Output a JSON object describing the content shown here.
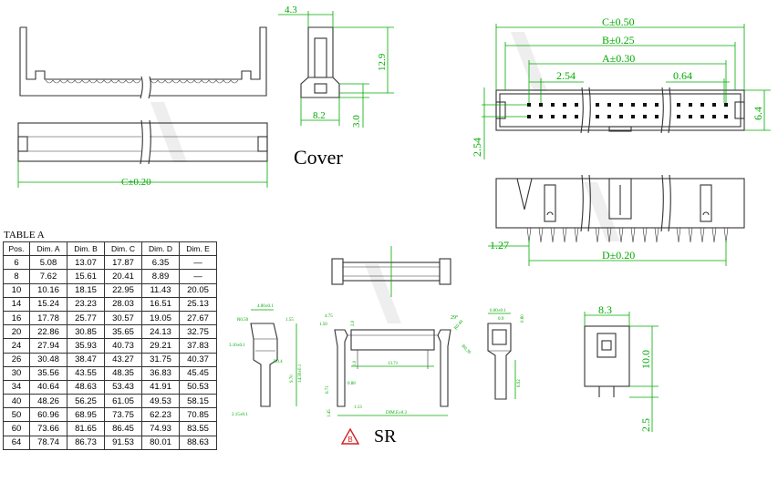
{
  "labels": {
    "cover": "Cover",
    "sr": "SR",
    "sr_logo_letter": "B",
    "table_title": "TABLE A"
  },
  "dimensions": {
    "cover_side_width": "4.3",
    "cover_side_height": "12.9",
    "cover_side_base": "8.2",
    "cover_side_base_height": "3.0",
    "cover_length": "C±0.20",
    "header_C": "C±0.50",
    "header_B": "B±0.25",
    "header_A": "A±0.30",
    "header_pitch": "2.54",
    "header_pin": "0.64",
    "header_height": "6.4",
    "header_row_pitch": "2.54",
    "front_edge": "1.27",
    "front_D": "D±0.20",
    "end_width": "8.3",
    "end_height": "10.0",
    "end_pin": "2.5",
    "sr_side_top": "4.00±0.1",
    "sr_side_a": "1.55",
    "sr_side_b": "R0.50",
    "sr_side_c": "3.10±0.1",
    "sr_side_d": "9.70",
    "sr_side_e": "14.30±0.1",
    "sr_side_f": "2.15±0.1",
    "sr_side_g": "R0.4",
    "sr_front_a": "4.75",
    "sr_front_b": "1.50",
    "sr_front_c": "2.0",
    "sr_front_angle": "29°",
    "sr_front_d": "R0.40",
    "sr_front_e": "R0.30",
    "sr_front_f": "13.71",
    "sr_front_g": "1.0",
    "sr_front_h": "0.88",
    "sr_front_i": "6.71",
    "sr_front_j": "1.45",
    "sr_front_k": "1.13",
    "sr_front_l": "DIM.E±0.2",
    "sr_right_a": "6.00±0.1",
    "sr_right_b": "0.9",
    "sr_right_c": "0.80",
    "sr_right_d": "6.92"
  },
  "table": {
    "headers": [
      "Pos.",
      "Dim. A",
      "Dim. B",
      "Dim. C",
      "Dim. D",
      "Dim. E"
    ],
    "rows": [
      [
        "6",
        "5.08",
        "13.07",
        "17.87",
        "6.35",
        "—"
      ],
      [
        "8",
        "7.62",
        "15.61",
        "20.41",
        "8.89",
        "—"
      ],
      [
        "10",
        "10.16",
        "18.15",
        "22.95",
        "11.43",
        "20.05"
      ],
      [
        "14",
        "15.24",
        "23.23",
        "28.03",
        "16.51",
        "25.13"
      ],
      [
        "16",
        "17.78",
        "25.77",
        "30.57",
        "19.05",
        "27.67"
      ],
      [
        "20",
        "22.86",
        "30.85",
        "35.65",
        "24.13",
        "32.75"
      ],
      [
        "24",
        "27.94",
        "35.93",
        "40.73",
        "29.21",
        "37.83"
      ],
      [
        "26",
        "30.48",
        "38.47",
        "43.27",
        "31.75",
        "40.37"
      ],
      [
        "30",
        "35.56",
        "43.55",
        "48.35",
        "36.83",
        "45.45"
      ],
      [
        "34",
        "40.64",
        "48.63",
        "53.43",
        "41.91",
        "50.53"
      ],
      [
        "40",
        "48.26",
        "56.25",
        "61.05",
        "49.53",
        "58.15"
      ],
      [
        "50",
        "60.96",
        "68.95",
        "73.75",
        "62.23",
        "70.85"
      ],
      [
        "60",
        "73.66",
        "81.65",
        "86.45",
        "74.93",
        "83.55"
      ],
      [
        "64",
        "78.74",
        "86.73",
        "91.53",
        "80.01",
        "88.63"
      ]
    ]
  },
  "colors": {
    "dimension": "#00aa00",
    "outline": "#333333",
    "logo": "#d02020"
  }
}
